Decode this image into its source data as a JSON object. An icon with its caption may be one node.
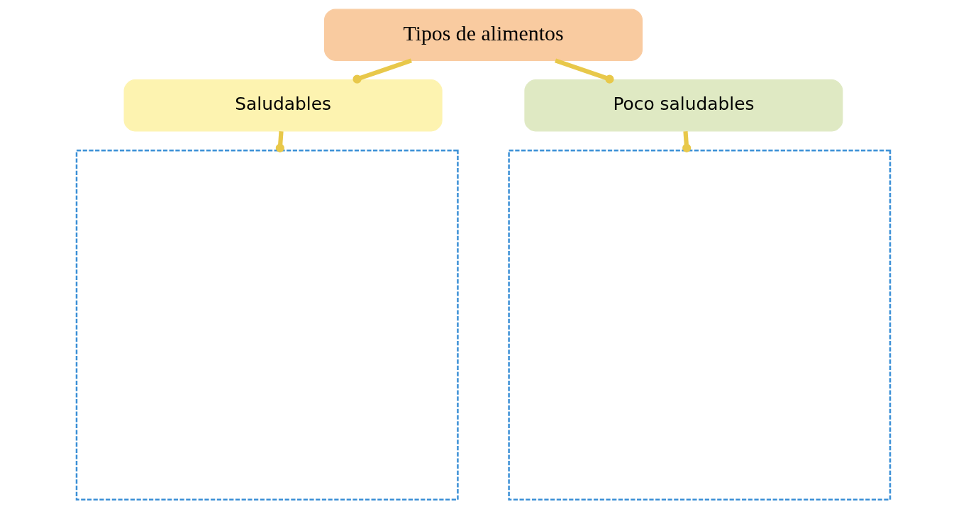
{
  "diagram": {
    "nodes": [
      {
        "text": [
          "Tipos de alimentos"
        ]
      },
      {
        "text": [
          "Saludables"
        ]
      },
      {
        "text": [
          "Poco saludables"
        ]
      },
      {
        "text": [],
        "shape": "box"
      },
      {
        "text": [],
        "shape": "box"
      }
    ],
    "edges": [
      {
        "from": 0,
        "to": 1,
        "arrow": "other"
      },
      {
        "from": 0,
        "to": 2,
        "arrow": "other"
      },
      {
        "from": 1,
        "to": 3,
        "arrow": "other"
      },
      {
        "from": 2,
        "to": 4,
        "arrow": "other"
      }
    ]
  }
}
